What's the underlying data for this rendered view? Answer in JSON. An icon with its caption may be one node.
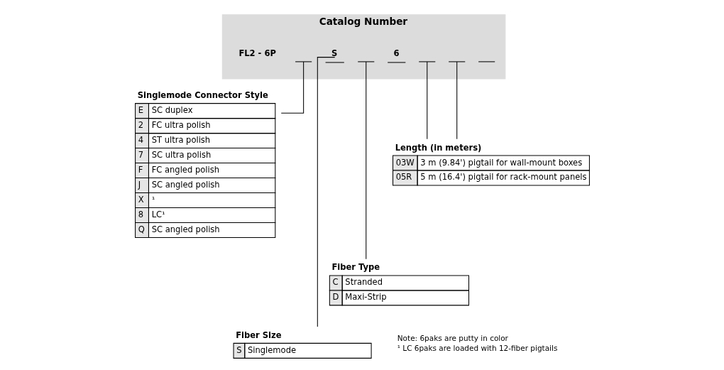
{
  "diagram": {
    "nodes": [
      {
        "text": [
          "Catalog Number"
        ]
      },
      {
        "text": [
          "FL2 - 6P"
        ],
        "in": 0
      },
      {
        "text": [],
        "shape": "bar",
        "in": 0
      },
      {
        "text": [
          "S"
        ],
        "in": 0
      },
      {
        "text": [],
        "shape": "bar",
        "in": 0
      },
      {
        "text": [
          "6"
        ],
        "in": 0
      },
      {
        "text": [],
        "shape": "bar",
        "in": 0
      },
      {
        "text": [],
        "shape": "bar",
        "in": 0
      },
      {
        "text": [],
        "shape": "bar",
        "in": 0
      },
      {
        "text": [
          "Singlemode Connector Style",
          "E",
          "SC duplex",
          "2",
          "FC ultra polish",
          "4",
          "ST ultra polish",
          "7",
          "SC ultra polish",
          "F",
          "FC angled polish",
          "J",
          "SC angled polish",
          "X",
          "¹",
          "8",
          "LC¹",
          "Q",
          "SC angled polish"
        ]
      },
      {
        "text": [
          "Length (in meters)",
          "03W",
          "3 m (9.84') pigtail for wall-mount boxes",
          "05R",
          "5 m (16.4') pigtail for rack-mount panels"
        ]
      },
      {
        "text": [
          "Fiber Type",
          "C",
          "Stranded",
          "D",
          "Maxi-Strip"
        ]
      },
      {
        "text": [
          "Fiber Size",
          "S",
          "Singlemode"
        ]
      }
    ],
    "edges": [
      {
        "from": 2,
        "to": 9,
        "arrow": "none"
      },
      {
        "from": 3,
        "to": 12,
        "arrow": "none"
      },
      {
        "from": 4,
        "to": 11,
        "arrow": "none"
      },
      {
        "from": 6,
        "to": 10,
        "arrow": "none"
      },
      {
        "from": 7,
        "to": 10,
        "arrow": "none"
      }
    ],
    "labels": [
      "Note: 6paks are putty in color",
      "¹ LC 6paks are loaded with 12-fiber pigtails"
    ]
  }
}
